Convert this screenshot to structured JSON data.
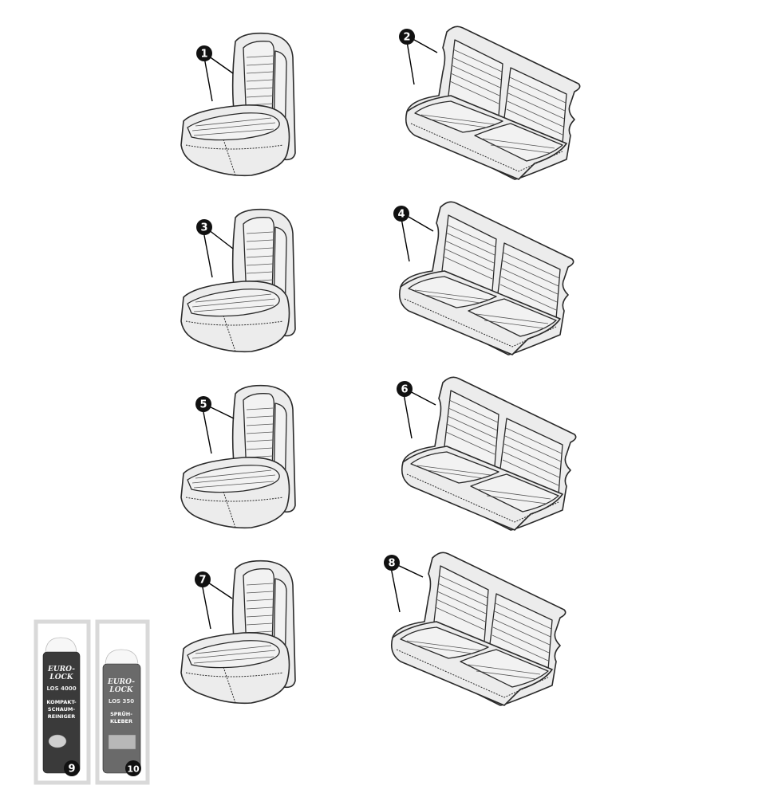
{
  "callouts": [
    {
      "label": "1"
    },
    {
      "label": "2"
    },
    {
      "label": "3"
    },
    {
      "label": "4"
    },
    {
      "label": "5"
    },
    {
      "label": "6"
    },
    {
      "label": "7"
    },
    {
      "label": "8"
    },
    {
      "label": "9"
    },
    {
      "label": "10"
    }
  ],
  "products": [
    {
      "brand_line1": "EURO-",
      "brand_line2": "LOCK",
      "model": "LOS 4000",
      "name_lines": [
        "KOMPAKT-",
        "SCHAUM-",
        "REINIGER"
      ],
      "can_color": "#3a3a3a"
    },
    {
      "brand_line1": "EURO-",
      "brand_line2": "LOCK",
      "model": "LOS 350",
      "name_lines": [
        "SPRÜH-",
        "KLEBER"
      ],
      "can_color": "#6a6a6a"
    }
  ]
}
